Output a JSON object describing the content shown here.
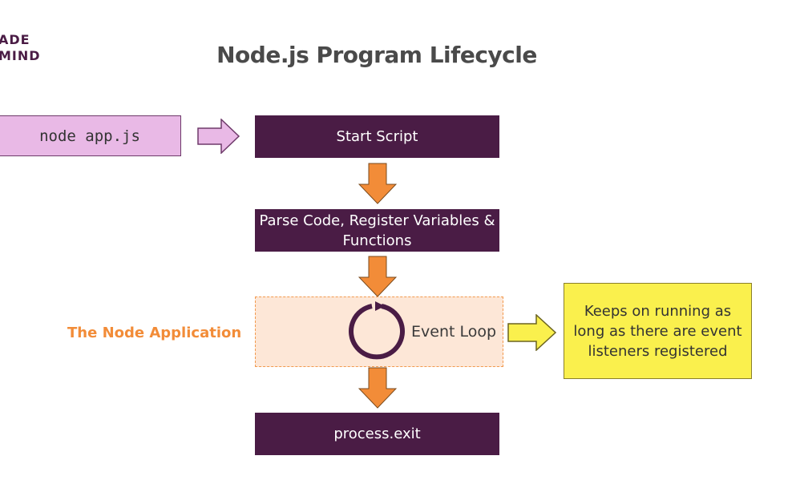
{
  "logo": {
    "line1": "ADE",
    "line2": "MIND"
  },
  "title": "Node.js Program Lifecycle",
  "command": "node app.js",
  "steps": {
    "start": "Start Script",
    "parse": "Parse Code, Register Variables & Functions",
    "exit": "process.exit"
  },
  "app_label": "The Node Application",
  "event_loop_label": "Event Loop",
  "note": "Keeps on running as long as there are event listeners registered",
  "colors": {
    "dark_purple": "#4a1c45",
    "light_purple": "#e9b9e6",
    "orange": "#f28c38",
    "peach": "#fde7d7",
    "yellow": "#faf04d"
  },
  "icons": {
    "event_loop": "circular-arrow-icon"
  }
}
